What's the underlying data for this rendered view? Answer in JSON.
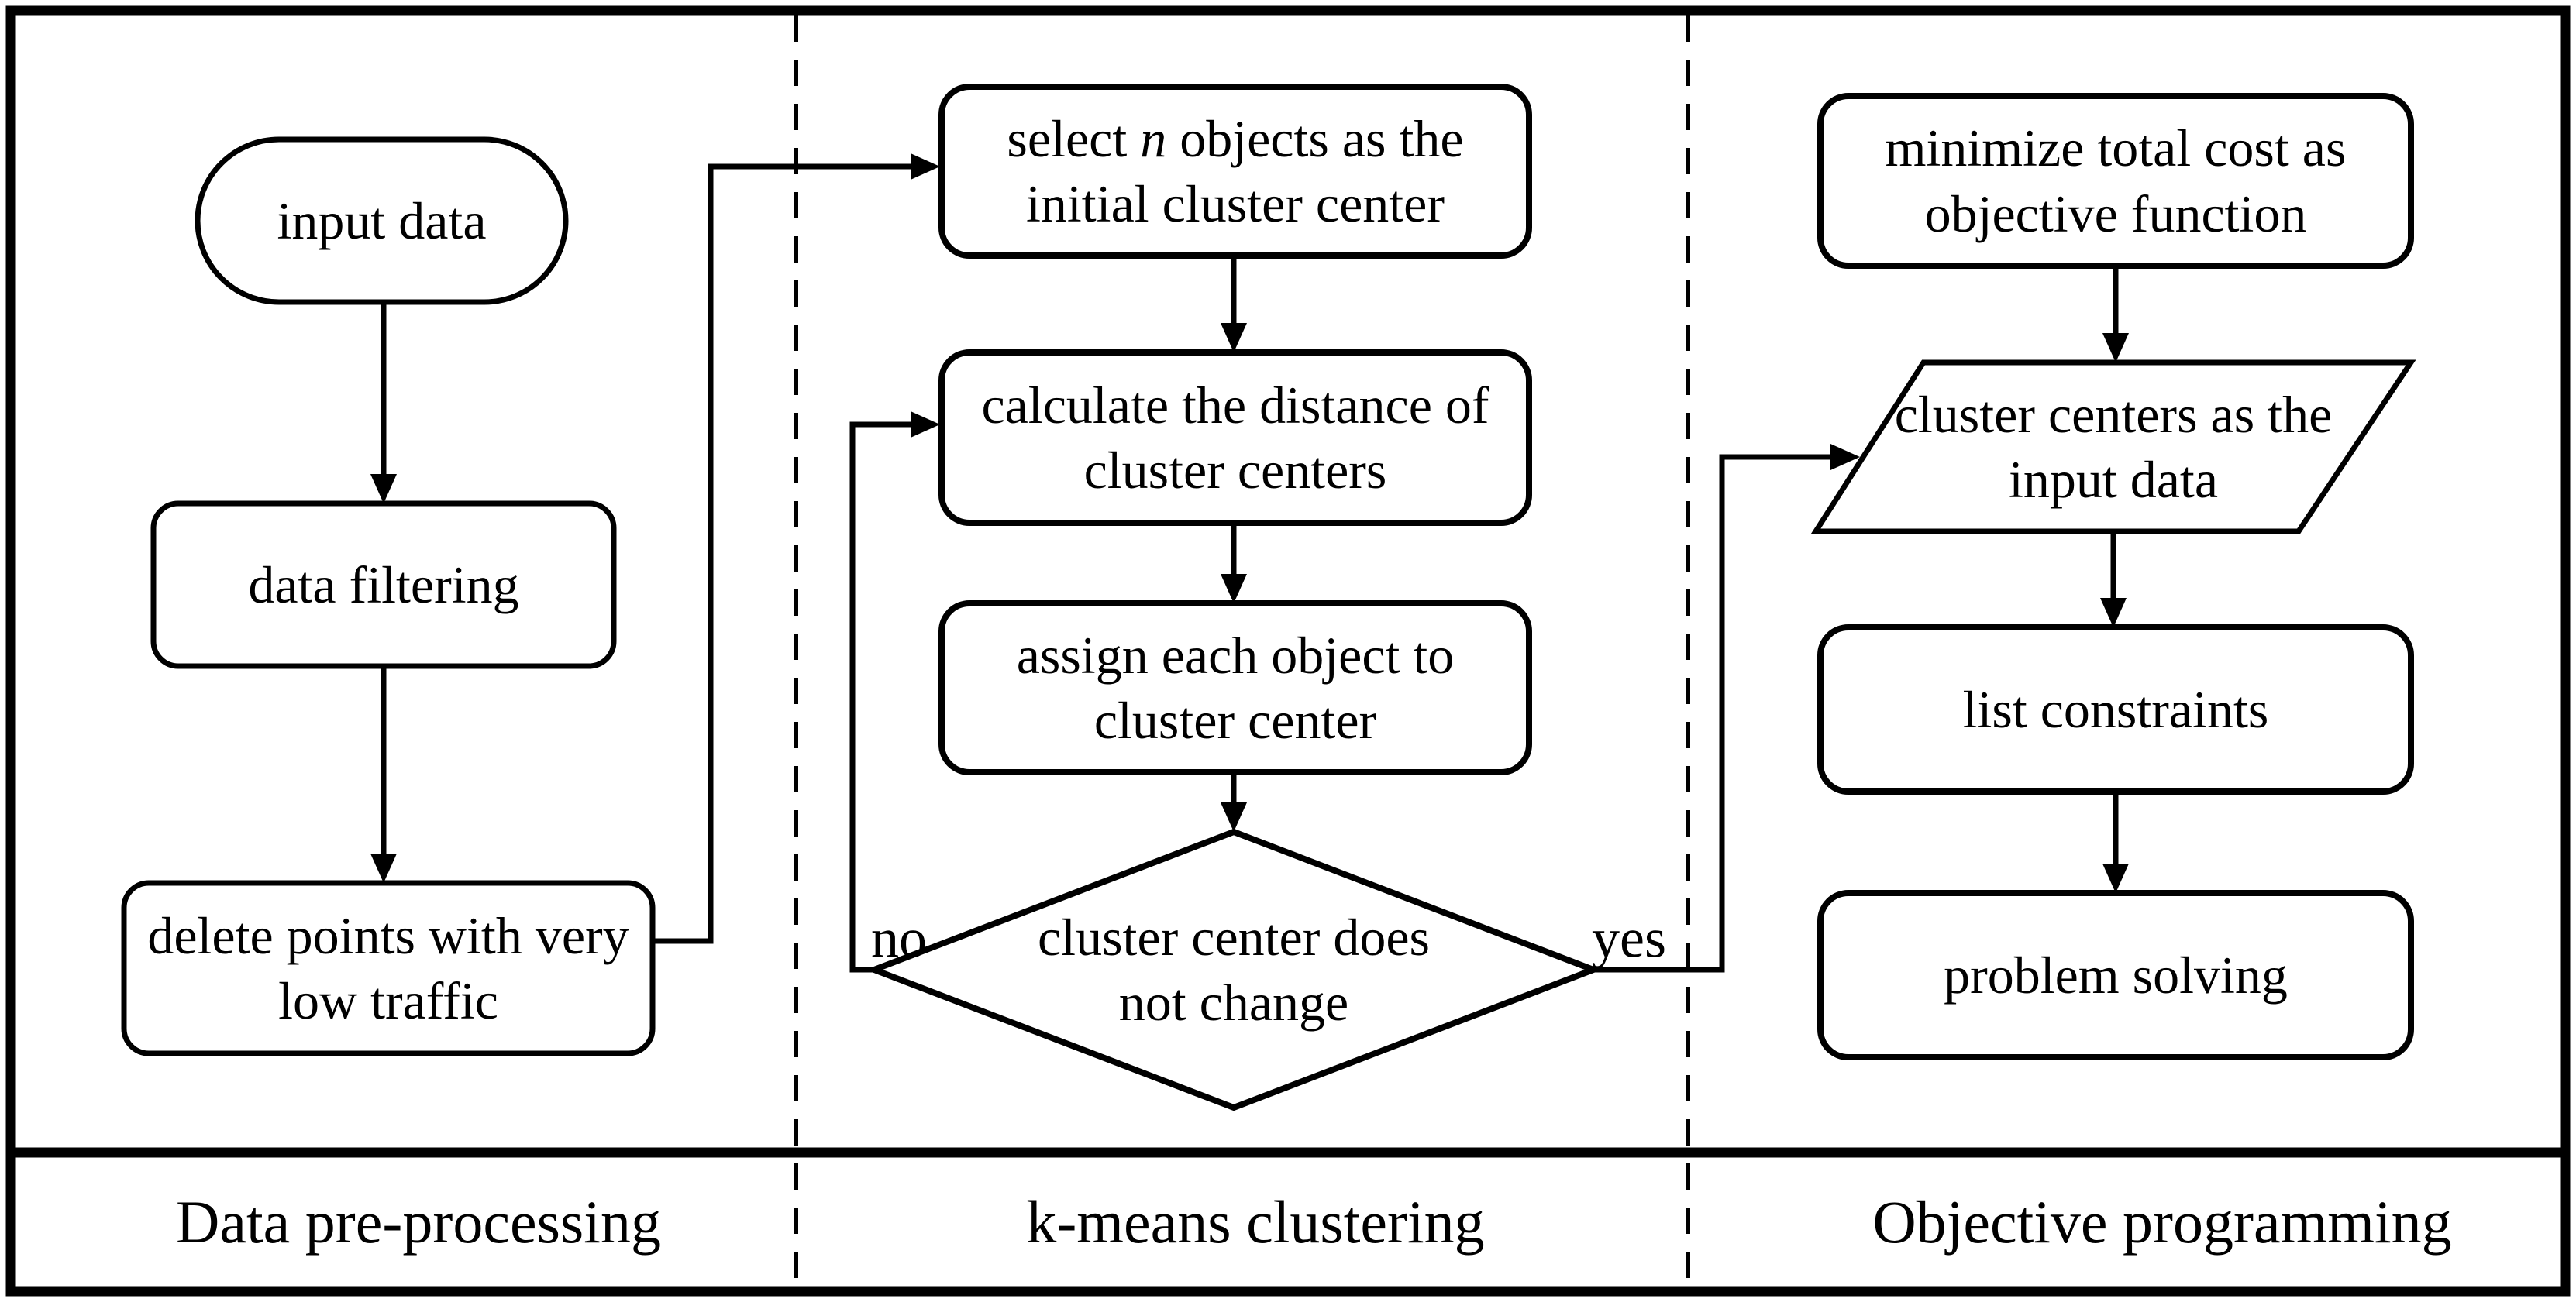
{
  "colors": {
    "background": "#ffffff",
    "stroke": "#000000"
  },
  "lanes": {
    "preprocessing": "Data pre-processing",
    "kmeans": "k-means clustering",
    "objective": "Objective programming"
  },
  "nodes": {
    "input_data": "input data",
    "data_filtering": "data filtering",
    "delete_points": "delete points with very low traffic",
    "select_objects_prefix": "select ",
    "select_objects_variable": "n",
    "select_objects_suffix": " objects as the initial cluster center",
    "calculate_distance": "calculate the distance of cluster centers",
    "assign_objects": "assign each object to cluster center",
    "decision": "cluster center does not change",
    "minimize_cost": "minimize total cost as objective function",
    "cluster_centers_input": "cluster centers as the input data",
    "list_constraints": "list constraints",
    "problem_solving": "problem solving"
  },
  "edge_labels": {
    "no": "no",
    "yes": "yes"
  }
}
